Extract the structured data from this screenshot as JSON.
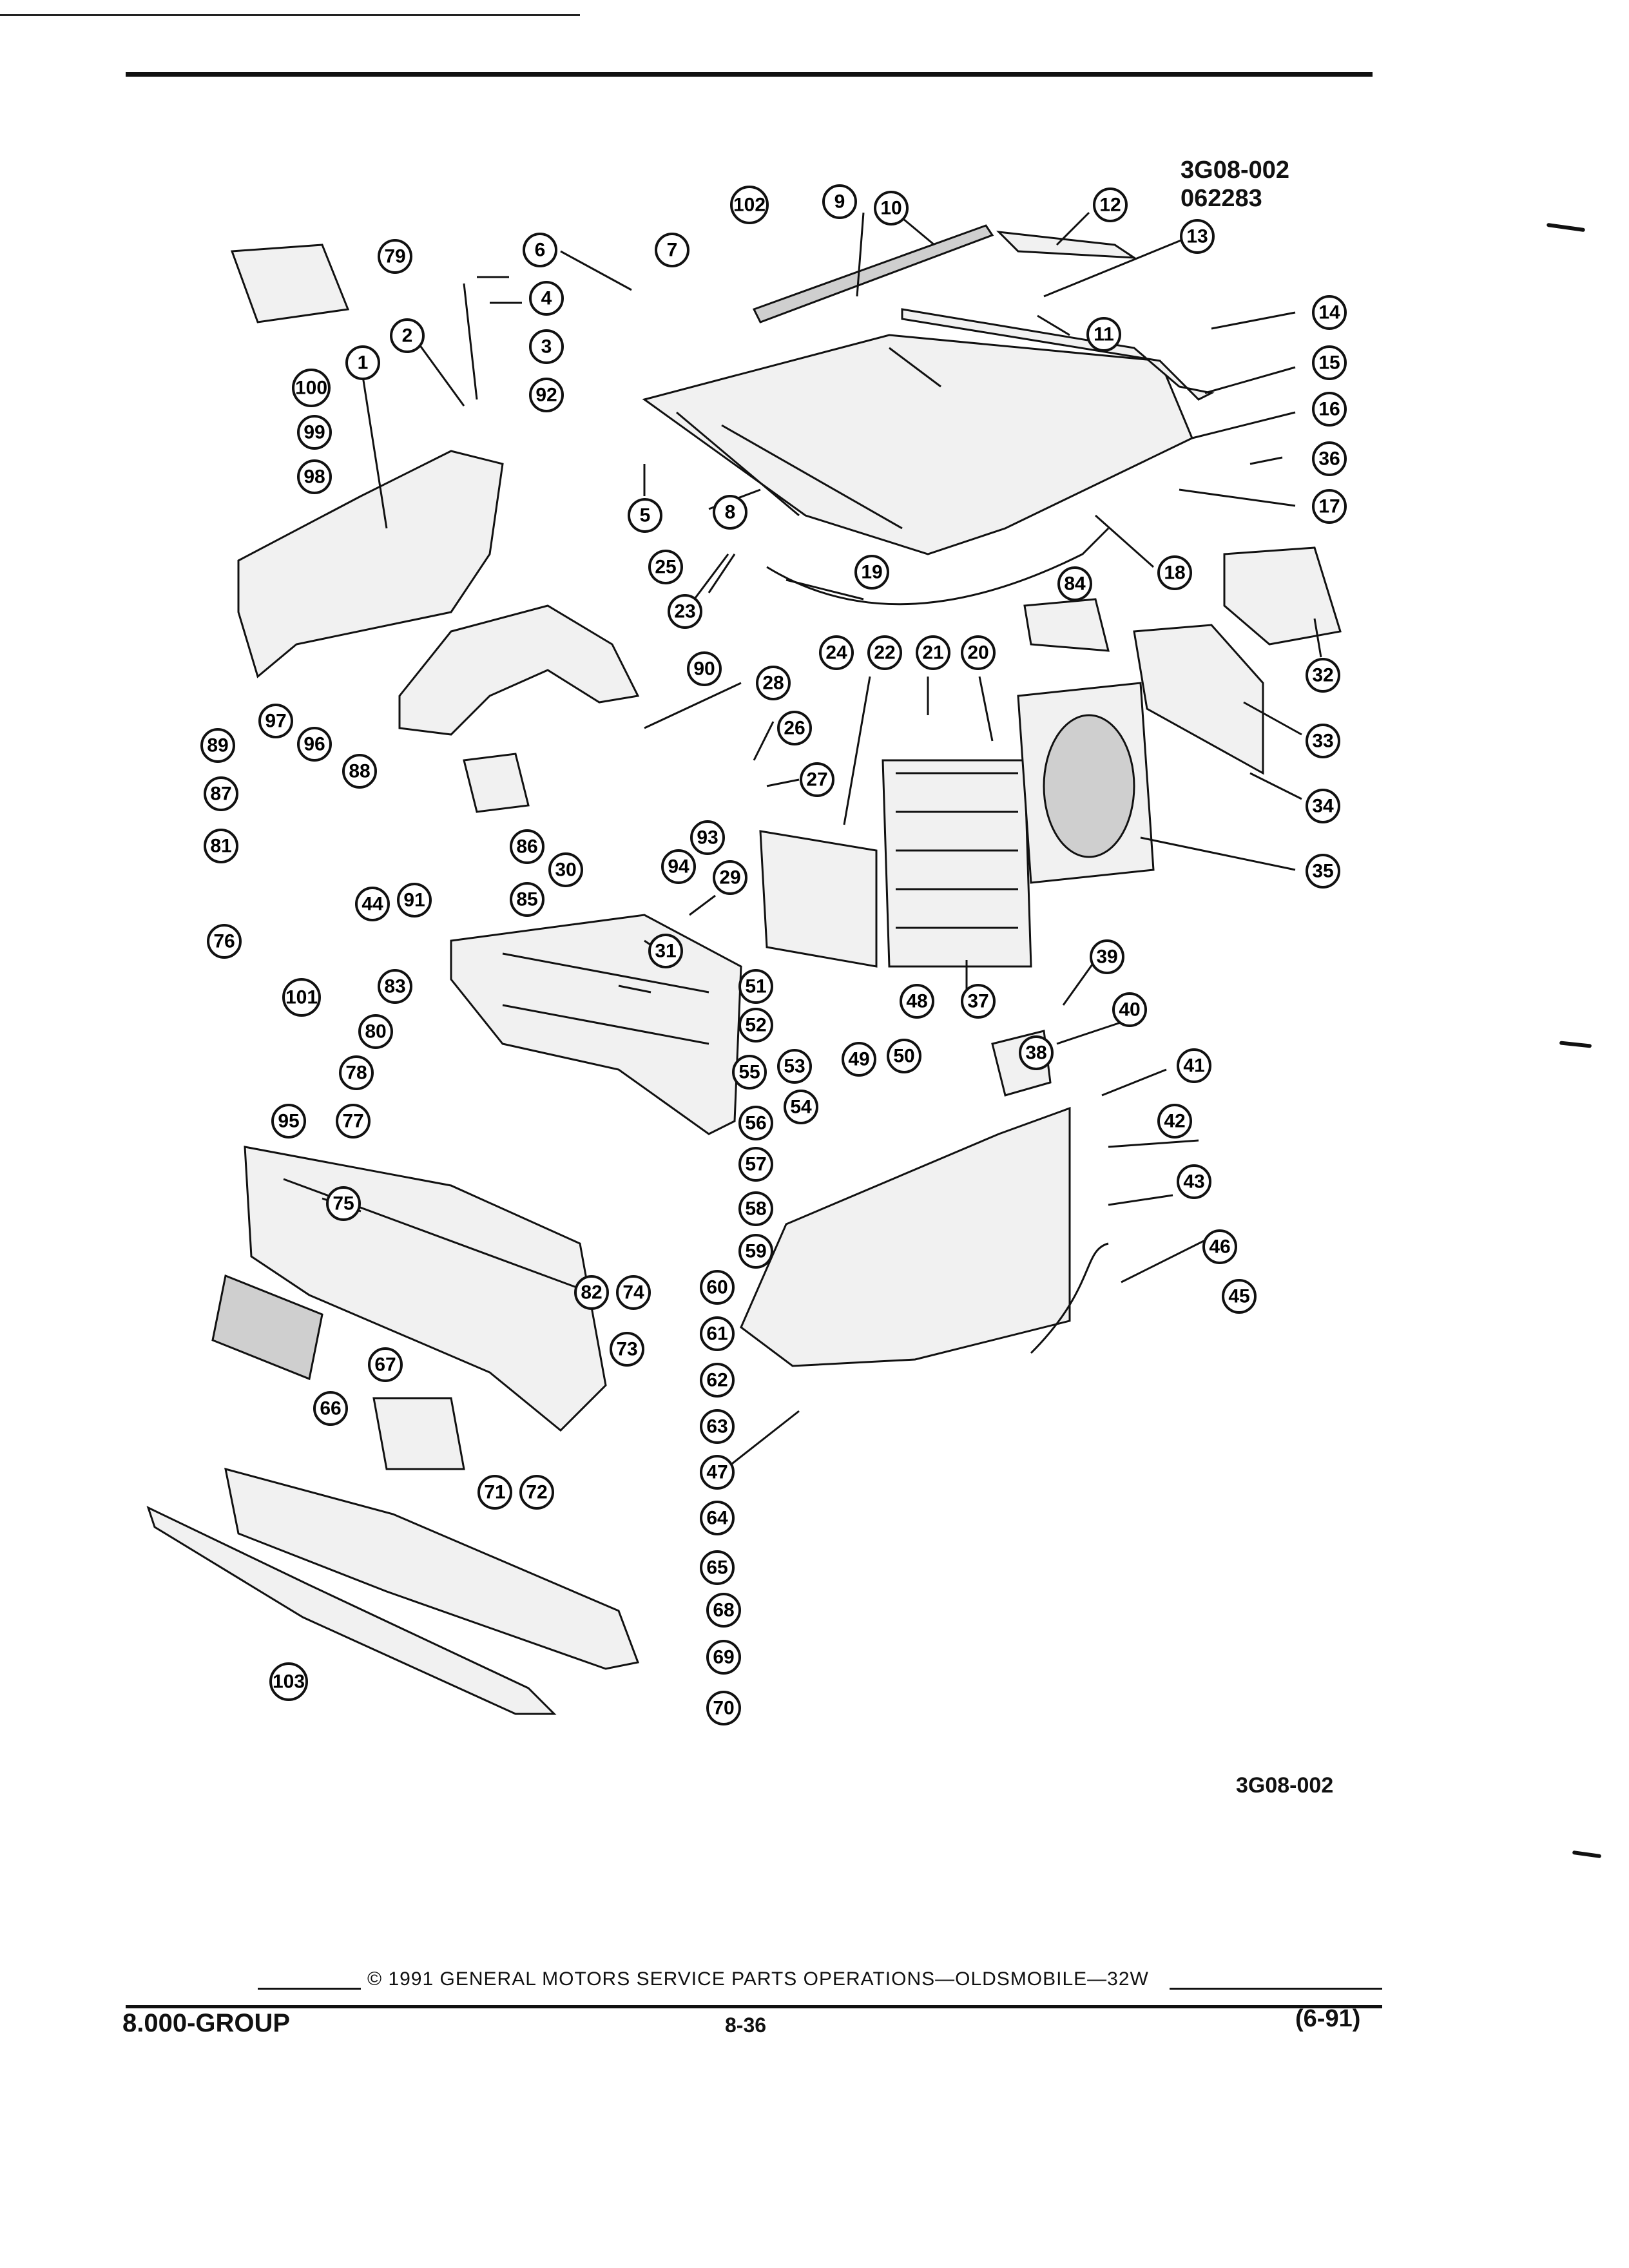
{
  "figure": {
    "code_top": "3G08-002",
    "ref_top": "062283",
    "code_bottom": "3G08-002"
  },
  "footer": {
    "copyright": "© 1991 GENERAL MOTORS SERVICE PARTS OPERATIONS—OLDSMOBILE—32W",
    "group": "8.000-GROUP",
    "page": "8-36",
    "date_code": "(6-91)"
  },
  "callouts": [
    "1",
    "2",
    "3",
    "4",
    "5",
    "6",
    "7",
    "8",
    "9",
    "10",
    "11",
    "12",
    "13",
    "14",
    "15",
    "16",
    "17",
    "18",
    "19",
    "20",
    "21",
    "22",
    "23",
    "24",
    "25",
    "26",
    "27",
    "28",
    "29",
    "30",
    "31",
    "32",
    "33",
    "34",
    "35",
    "36",
    "37",
    "38",
    "39",
    "40",
    "41",
    "42",
    "43",
    "44",
    "45",
    "46",
    "47",
    "48",
    "49",
    "50",
    "51",
    "52",
    "53",
    "54",
    "55",
    "56",
    "57",
    "58",
    "59",
    "60",
    "61",
    "62",
    "63",
    "64",
    "65",
    "66",
    "67",
    "68",
    "69",
    "70",
    "71",
    "72",
    "73",
    "74",
    "75",
    "76",
    "77",
    "78",
    "79",
    "80",
    "81",
    "82",
    "83",
    "84",
    "85",
    "86",
    "87",
    "88",
    "89",
    "90",
    "91",
    "92",
    "93",
    "94",
    "95",
    "96",
    "97",
    "98",
    "99",
    "100",
    "101",
    "102",
    "103"
  ]
}
